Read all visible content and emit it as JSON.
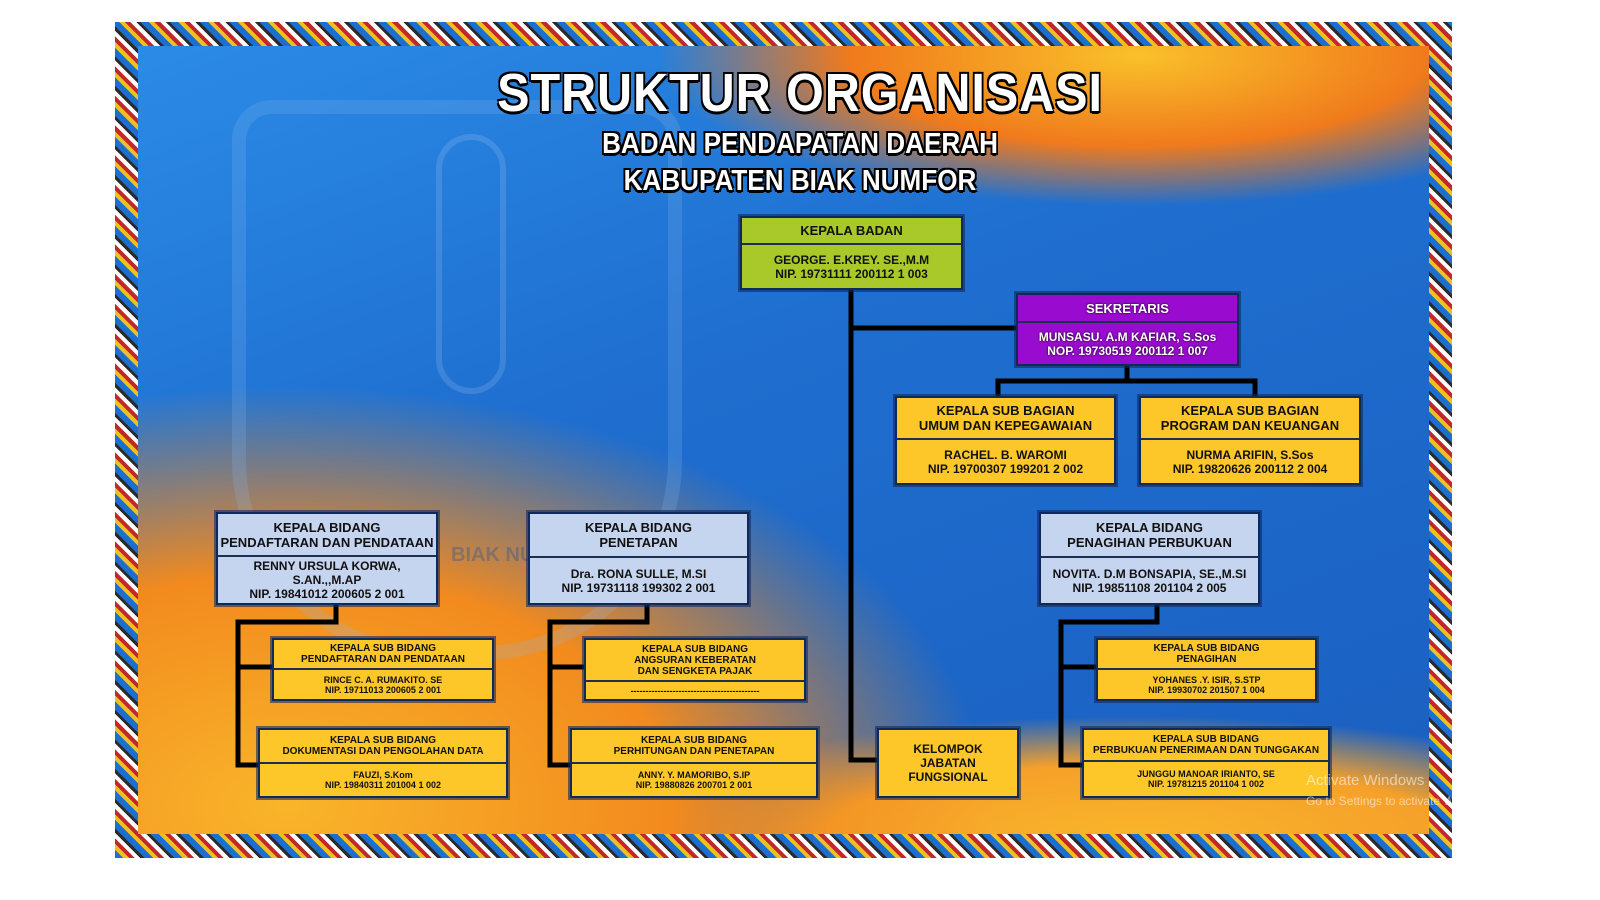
{
  "title": "STRUKTUR ORGANISASI",
  "subtitle1": "BADAN PENDAPATAN DAERAH",
  "subtitle2": "KABUPATEN BIAK NUMFOR",
  "emblem_text": "BIAK NU",
  "colors": {
    "kepala": "#a9c92a",
    "sekretaris": "#9a0bd0",
    "bidang": "#c5d4ef",
    "sub": "#fdc72a",
    "background": "#1f6fd0",
    "wave": "#f28a1e"
  },
  "kepala_badan": {
    "title": "KEPALA BADAN",
    "name": "GEORGE. E.KREY. SE.,M.M",
    "nip": "NIP. 19731111 200112 1 003"
  },
  "sekretaris": {
    "title": "SEKRETARIS",
    "name": "MUNSASU. A.M KAFIAR, S.Sos",
    "nip": "NOP. 19730519 200112 1 007"
  },
  "subbag_umum": {
    "title1": "KEPALA SUB BAGIAN",
    "title2": "UMUM DAN KEPEGAWAIAN",
    "name": "RACHEL. B. WAROMI",
    "nip": "NIP. 19700307 199201 2 002"
  },
  "subbag_program": {
    "title1": "KEPALA SUB BAGIAN",
    "title2": "PROGRAM DAN KEUANGAN",
    "name": "NURMA ARIFIN, S.Sos",
    "nip": "NIP. 19820626 200112 2 004"
  },
  "bidang_pendaftaran": {
    "title1": "KEPALA BIDANG",
    "title2": "PENDAFTARAN DAN PENDATAAN",
    "name": "RENNY URSULA KORWA, S.AN.,,M.AP",
    "nip": "NIP. 19841012 200605 2 001"
  },
  "bidang_penetapan": {
    "title1": "KEPALA BIDANG",
    "title2": "PENETAPAN",
    "name": "Dra. RONA SULLE, M.SI",
    "nip": "NIP. 19731118 199302 2 001"
  },
  "bidang_penagihan": {
    "title1": "KEPALA BIDANG",
    "title2": "PENAGIHAN PERBUKUAN",
    "name": "NOVITA. D.M BONSAPIA, SE.,M.SI",
    "nip": "NIP. 19851108 201104 2 005"
  },
  "sub_pendaftaran": {
    "title1": "KEPALA SUB BIDANG",
    "title2": "PENDAFTARAN DAN PENDATAAN",
    "name": "RINCE C. A. RUMAKITO. SE",
    "nip": "NIP. 19711013 200605 2 001"
  },
  "sub_dokumentasi": {
    "title1": "KEPALA SUB BIDANG",
    "title2": "DOKUMENTASI DAN PENGOLAHAN DATA",
    "name": "FAUZI, S.Kom",
    "nip": "NIP. 19840311 201004 1 002"
  },
  "sub_angsuran": {
    "title1": "KEPALA SUB BIDANG",
    "title2": "ANGSURAN KEBERATAN",
    "title3": "DAN SENGKETA PAJAK",
    "name": "-------------------------------------------"
  },
  "sub_perhitungan": {
    "title1": "KEPALA SUB BIDANG",
    "title2": "PERHITUNGAN DAN PENETAPAN",
    "name": "ANNY. Y. MAMORIBO, S.IP",
    "nip": "NIP. 19880826 200701 2 001"
  },
  "kelompok": {
    "line1": "KELOMPOK",
    "line2": "JABATAN",
    "line3": "FUNGSIONAL"
  },
  "sub_penagihan": {
    "title1": "KEPALA SUB BIDANG",
    "title2": "PENAGIHAN",
    "name": "YOHANES .Y. ISIR, S.STP",
    "nip": "NIP. 19930702 201507 1 004"
  },
  "sub_perbukuan": {
    "title1": "KEPALA SUB BIDANG",
    "title2": "PERBUKUAN PENERIMAAN DAN TUNGGAKAN",
    "name": "JUNGGU MANOAR IRIANTO, SE",
    "nip": "NIP. 19781215 201104 1 002"
  },
  "watermark": {
    "line1": "Activate Windows",
    "line2": "Go to Settings to activate Windows."
  }
}
